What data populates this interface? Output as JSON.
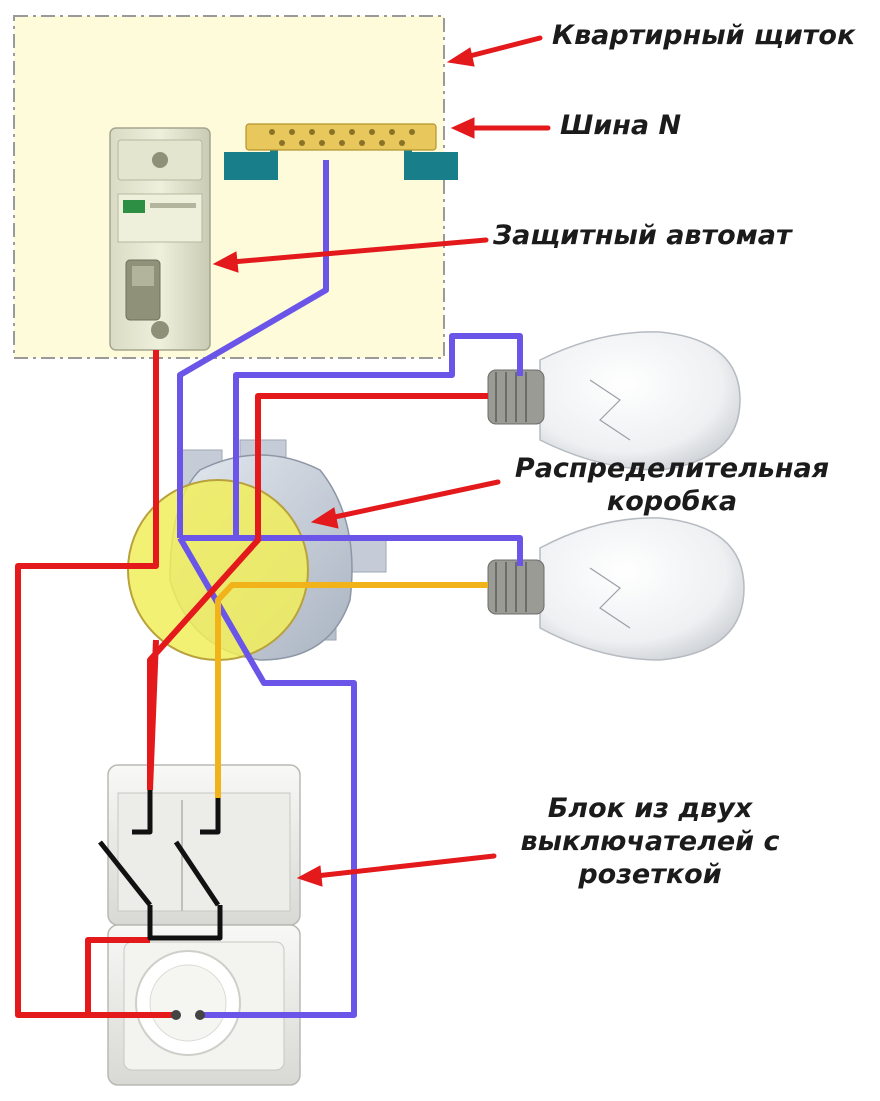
{
  "diagram": {
    "labels": {
      "apartment_panel": "Квартирный щиток",
      "neutral_bus": "Шина N",
      "circuit_breaker": "Защитный автомат",
      "junction_box": [
        "Распределительная",
        "коробка"
      ],
      "switch_block": [
        "Блок из двух",
        "выключателей с",
        "розеткой"
      ]
    },
    "colors": {
      "phase_wire": "#e3191c",
      "neutral_wire": "#6a55e8",
      "switched_wire": "#f2b21a",
      "callout_arrow": "#e3191c",
      "panel_fill": "#fdfbd9",
      "panel_border": "#9a9a9a",
      "bus_bar": "#e8c75d",
      "bus_base": "#177e8a",
      "junction_highlight": "#f1ee5a"
    }
  }
}
